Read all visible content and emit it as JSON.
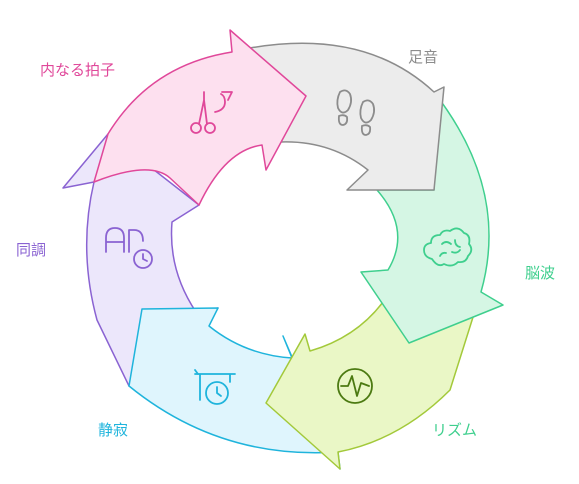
{
  "segments": [
    {
      "label": "足音",
      "icon": "footprints-icon",
      "stroke": "#8c8c8c",
      "fill": "#ececec"
    },
    {
      "label": "脳波",
      "icon": "brain-icon",
      "stroke": "#3fcf8e",
      "fill": "#d5f6e4"
    },
    {
      "label": "リズム",
      "icon": "waveform-icon",
      "stroke": "#a3c93a",
      "fill": "#eaf7c6"
    },
    {
      "label": "静寂",
      "icon": "timer-icon",
      "stroke": "#1fb4dc",
      "fill": "#dff5fd"
    },
    {
      "label": "同調",
      "icon": "ai-clock-icon",
      "stroke": "#8a63d2",
      "fill": "#ece7fb"
    },
    {
      "label": "内なる拍子",
      "icon": "scissors-icon",
      "stroke": "#e0489a",
      "fill": "#fde0ef"
    }
  ]
}
